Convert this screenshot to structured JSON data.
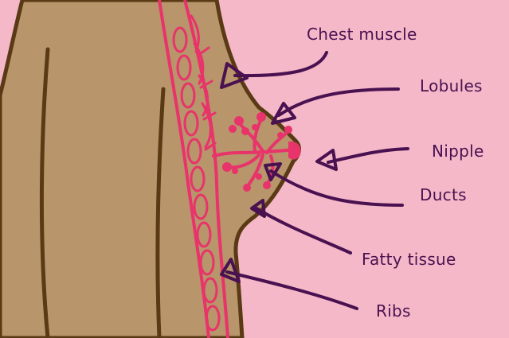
{
  "diagram": {
    "labels": [
      {
        "id": "chest-muscle",
        "text": "Chest muscle"
      },
      {
        "id": "lobules",
        "text": "Lobules"
      },
      {
        "id": "nipple",
        "text": "Nipple"
      },
      {
        "id": "ducts",
        "text": "Ducts"
      },
      {
        "id": "fatty-tissue",
        "text": "Fatty tissue"
      },
      {
        "id": "ribs",
        "text": "Ribs"
      }
    ]
  },
  "colors": {
    "background": "#f4b8c8",
    "skin": "#b8956b",
    "outline": "#5a3a14",
    "tissue": "#e8336b",
    "arrow": "#4a1150",
    "label": "#4a1150"
  }
}
